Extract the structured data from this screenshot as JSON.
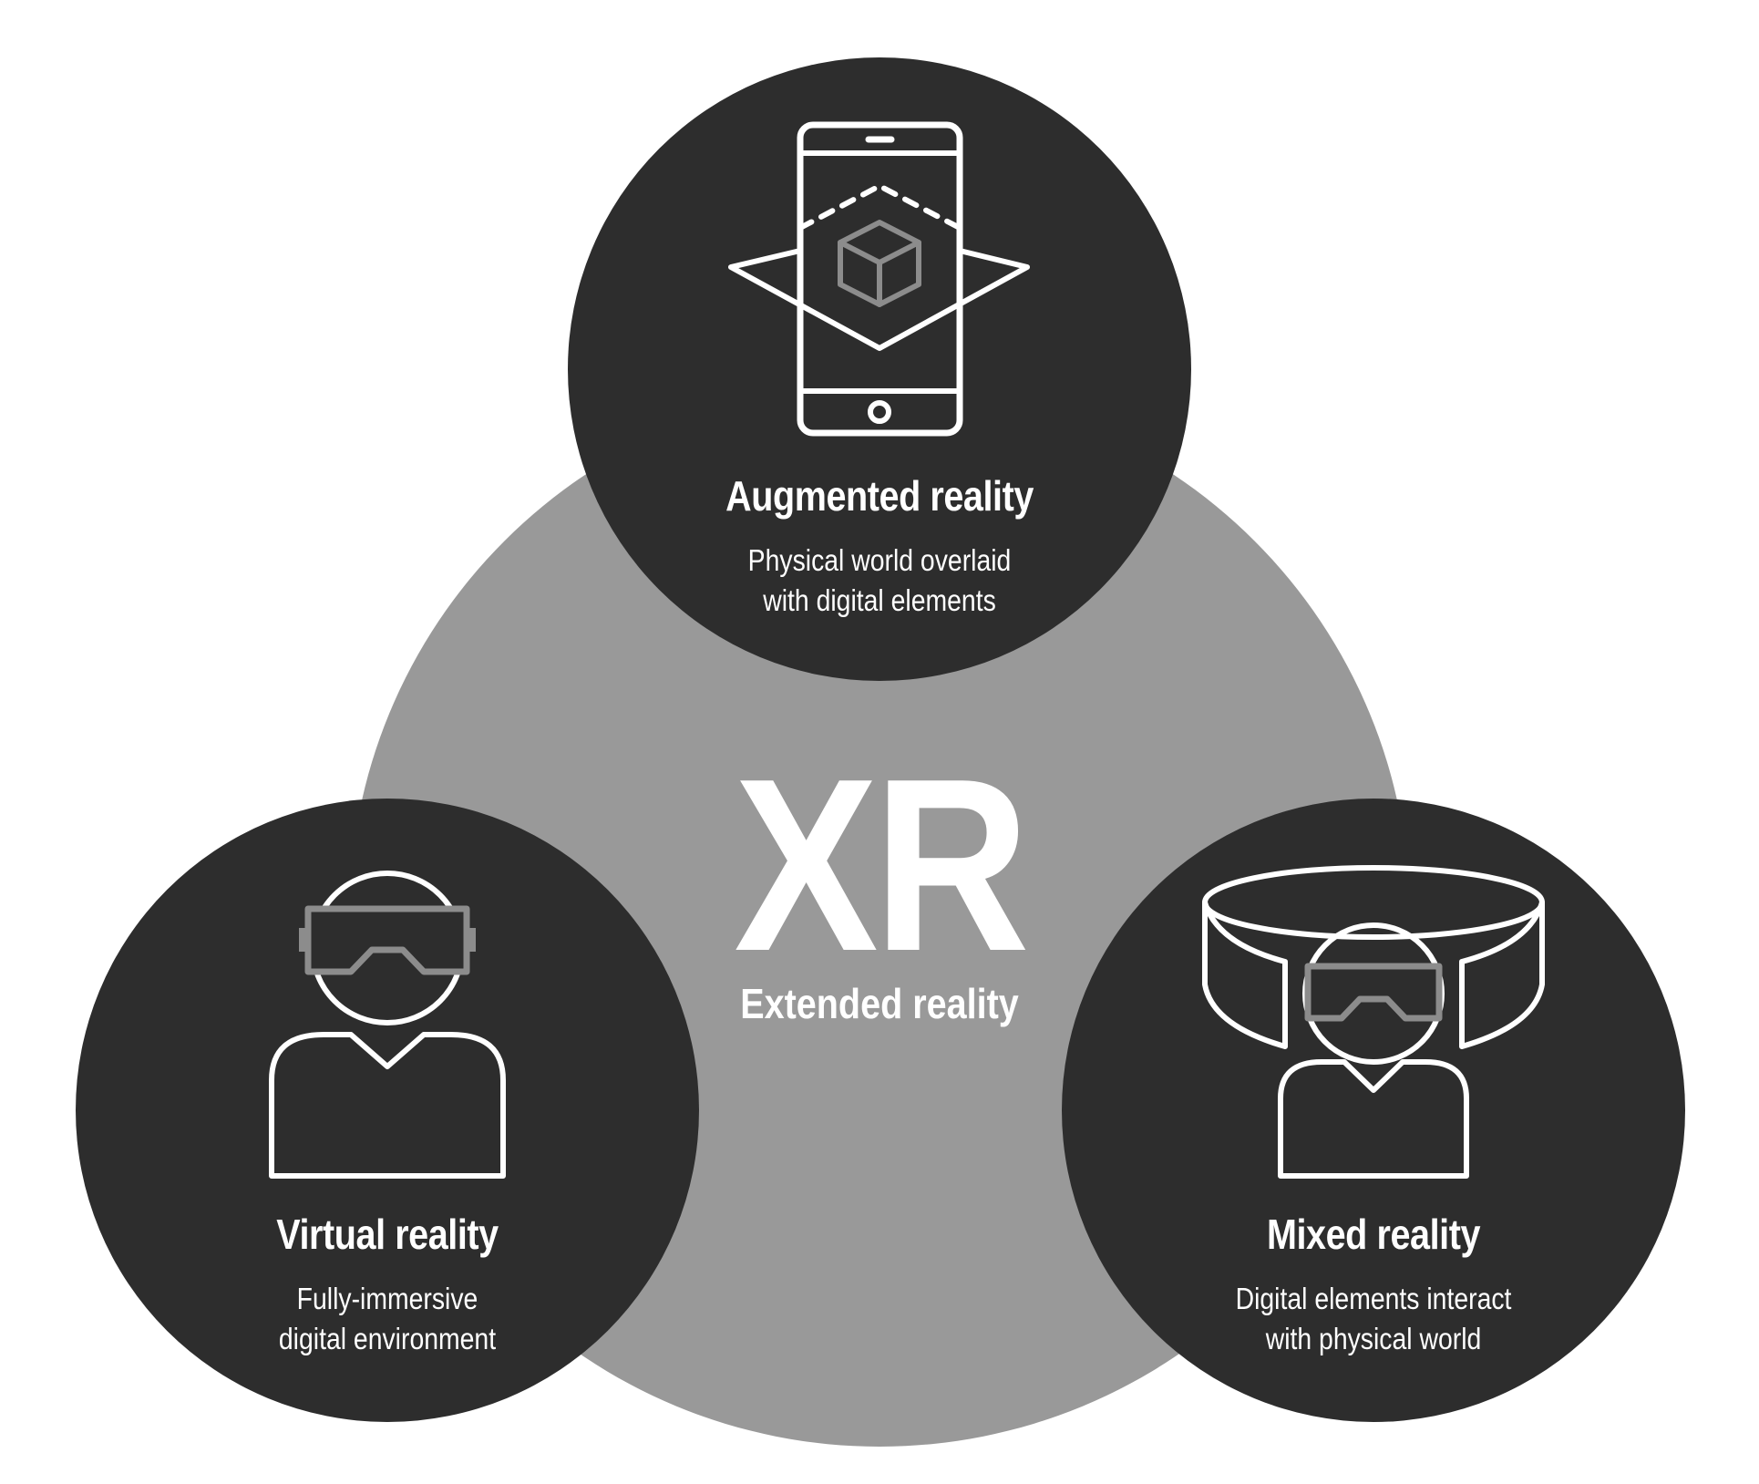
{
  "center": {
    "abbreviation": "XR",
    "title": "Extended reality"
  },
  "augmented": {
    "title": "Augmented reality",
    "line1": "Physical world overlaid",
    "line2": "with digital elements",
    "icon": "smartphone-ar-cube-icon"
  },
  "virtual": {
    "title": "Virtual reality",
    "line1": "Fully-immersive",
    "line2": "digital environment",
    "icon": "person-vr-headset-icon"
  },
  "mixed": {
    "title": "Mixed reality",
    "line1": "Digital elements interact",
    "line2": "with physical world",
    "icon": "person-mr-surround-icon"
  },
  "colors": {
    "background": "#ffffff",
    "center_circle": "#999999",
    "outer_circles": "#2d2d2d",
    "icon_stroke": "#ffffff",
    "icon_accent": "#8c8c8c",
    "text": "#ffffff"
  }
}
